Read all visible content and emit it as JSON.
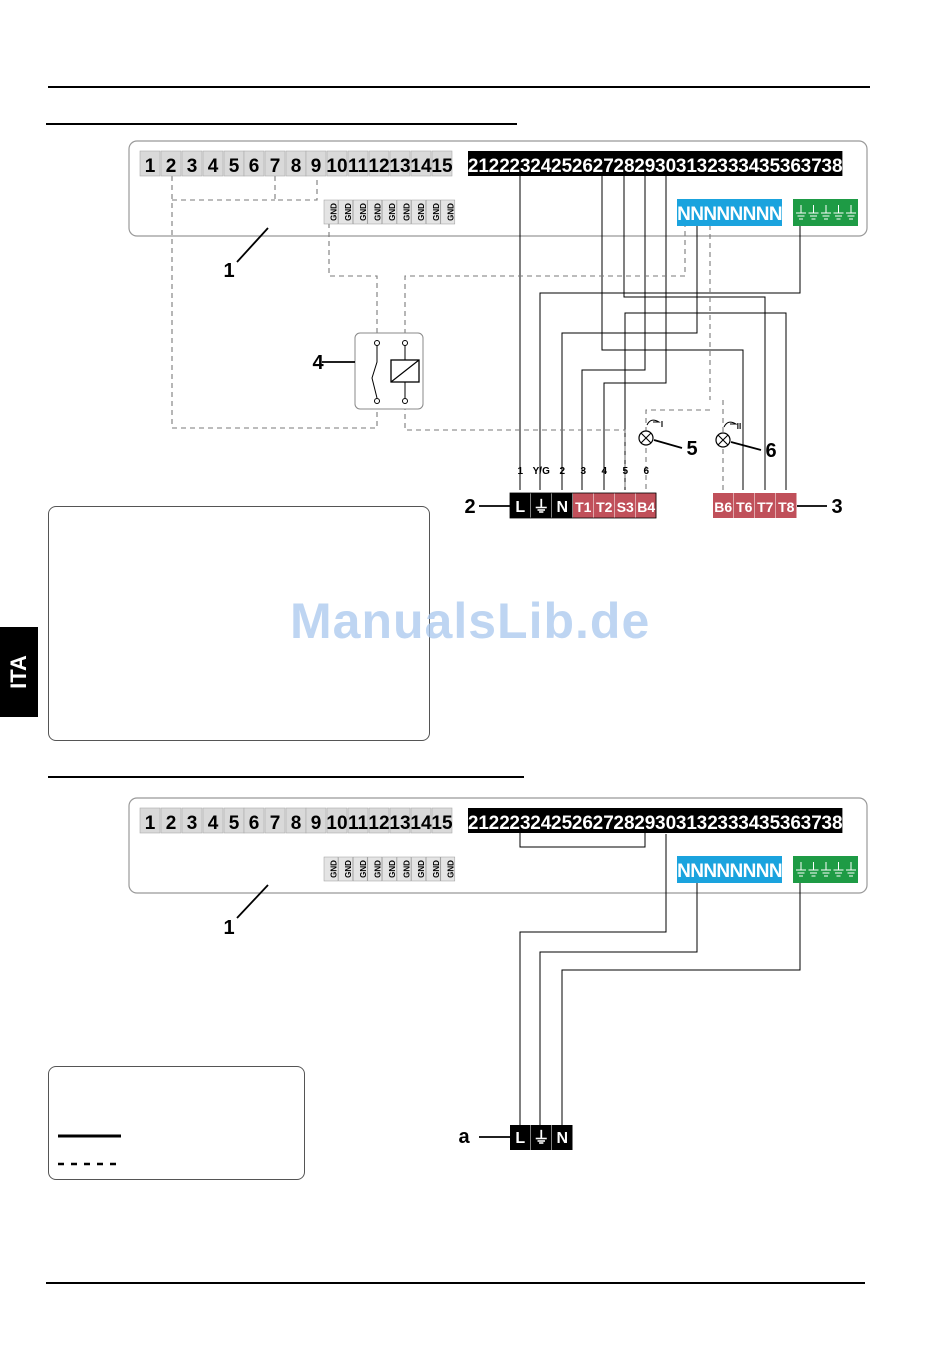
{
  "side_tab": "ITA",
  "watermark": "ManualsLib.de",
  "terminals": {
    "left": [
      "1",
      "2",
      "3",
      "4",
      "5",
      "6",
      "7",
      "8",
      "9",
      "10",
      "11",
      "12",
      "13",
      "14",
      "15"
    ],
    "right": [
      "21",
      "22",
      "23",
      "24",
      "25",
      "26",
      "27",
      "28",
      "29",
      "30",
      "31",
      "32",
      "33",
      "34",
      "35",
      "36",
      "37",
      "38"
    ],
    "gnd_label": "GND",
    "gnd_count": 9,
    "neutral_label": "N",
    "neutral_count": 8,
    "earth_count": 5
  },
  "diagram1": {
    "board_callout": "1",
    "connector2": {
      "callout": "2",
      "pins": [
        {
          "label": "L",
          "num": "1",
          "color": "black"
        },
        {
          "label": "⏚",
          "num": "Y/G",
          "color": "black"
        },
        {
          "label": "N",
          "num": "2",
          "color": "black"
        },
        {
          "label": "T1",
          "num": "3",
          "color": "red"
        },
        {
          "label": "T2",
          "num": "4",
          "color": "red"
        },
        {
          "label": "S3",
          "num": "5",
          "color": "red"
        },
        {
          "label": "B4",
          "num": "6",
          "color": "red"
        }
      ]
    },
    "connector3": {
      "callout": "3",
      "pins": [
        "B6",
        "T6",
        "T7",
        "T8"
      ]
    },
    "relay_callout": "4",
    "lamp5": {
      "callout": "5",
      "symbol": "I"
    },
    "lamp6": {
      "callout": "6",
      "symbol": "II"
    }
  },
  "diagram2": {
    "board_callout": "1",
    "connector_a": {
      "callout": "a",
      "pins": [
        "L",
        "⏚",
        "N"
      ]
    }
  },
  "colors": {
    "black": "#000000",
    "red": "#c0505a",
    "blue": "#1aa3de",
    "green": "#1e9b45",
    "tab": "#000000"
  }
}
